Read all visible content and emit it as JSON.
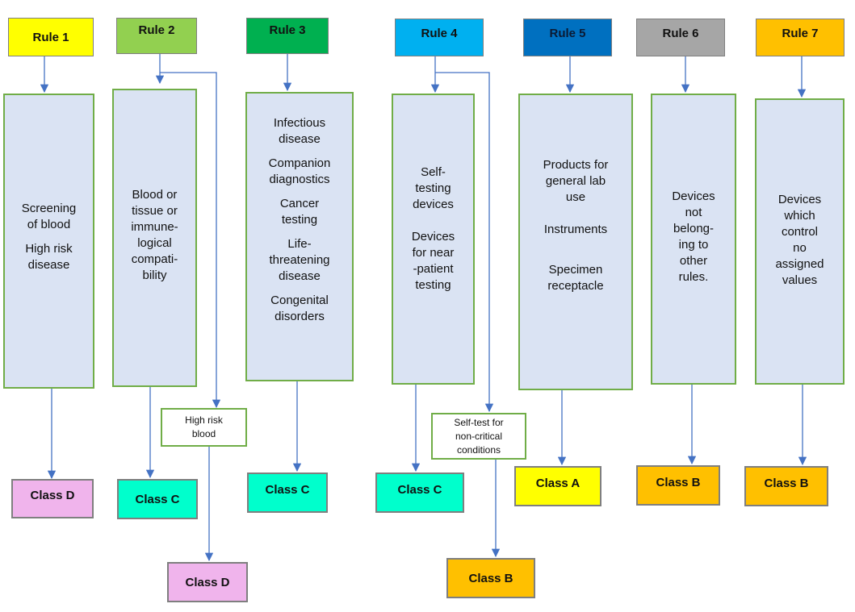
{
  "rules": [
    {
      "id": "r1",
      "label": "Rule 1",
      "color": "#ffff00"
    },
    {
      "id": "r2",
      "label": "Rule 2",
      "color": "#92d050"
    },
    {
      "id": "r3",
      "label": "Rule 3",
      "color": "#00b050"
    },
    {
      "id": "r4",
      "label": "Rule 4",
      "color": "#00b0f0"
    },
    {
      "id": "r5",
      "label": "Rule 5",
      "color": "#0070c0"
    },
    {
      "id": "r6",
      "label": "Rule 6",
      "color": "#a6a6a6"
    },
    {
      "id": "r7",
      "label": "Rule 7",
      "color": "#ffc000"
    }
  ],
  "descriptions": [
    {
      "id": "d1",
      "items": [
        "Screening\nof blood",
        "High risk\ndisease"
      ]
    },
    {
      "id": "d2",
      "items": [
        "Blood or\ntissue or\nimmune-\nlogical\ncompati-\nbility"
      ]
    },
    {
      "id": "d3",
      "items": [
        "Infectious\ndisease",
        "Companion\ndiagnostics",
        "Cancer\ntesting",
        "Life-\nthreatening\ndisease",
        "Congenital\ndisorders"
      ]
    },
    {
      "id": "d4",
      "items": [
        "Self-\ntesting\ndevices",
        "Devices\nfor near\n-patient\ntesting"
      ]
    },
    {
      "id": "d5",
      "items": [
        "Products for\ngeneral lab\nuse",
        "Instruments",
        "Specimen\nreceptacle"
      ]
    },
    {
      "id": "d6",
      "items": [
        "Devices\nnot\nbelong-\ning to\nother\nrules."
      ]
    },
    {
      "id": "d7",
      "items": [
        "Devices\nwhich\ncontrol\nno\nassigned\nvalues"
      ]
    }
  ],
  "notes": [
    {
      "id": "n2",
      "text": "High risk\nblood"
    },
    {
      "id": "n4",
      "text": "Self-test for\nnon-critical\nconditions"
    }
  ],
  "classes": [
    {
      "id": "c1",
      "label": "Class D",
      "color": "#f0b4ec"
    },
    {
      "id": "c2",
      "label": "Class C",
      "color": "#00ffcc"
    },
    {
      "id": "c2b",
      "label": "Class D",
      "color": "#f0b4ec"
    },
    {
      "id": "c3",
      "label": "Class C",
      "color": "#00ffcc"
    },
    {
      "id": "c4",
      "label": "Class C",
      "color": "#00ffcc"
    },
    {
      "id": "c4b",
      "label": "Class B",
      "color": "#ffc000"
    },
    {
      "id": "c5",
      "label": "Class A",
      "color": "#ffff00"
    },
    {
      "id": "c6",
      "label": "Class B",
      "color": "#ffc000"
    },
    {
      "id": "c7",
      "label": "Class B",
      "color": "#ffc000"
    }
  ],
  "connector_color": "#4472c4"
}
